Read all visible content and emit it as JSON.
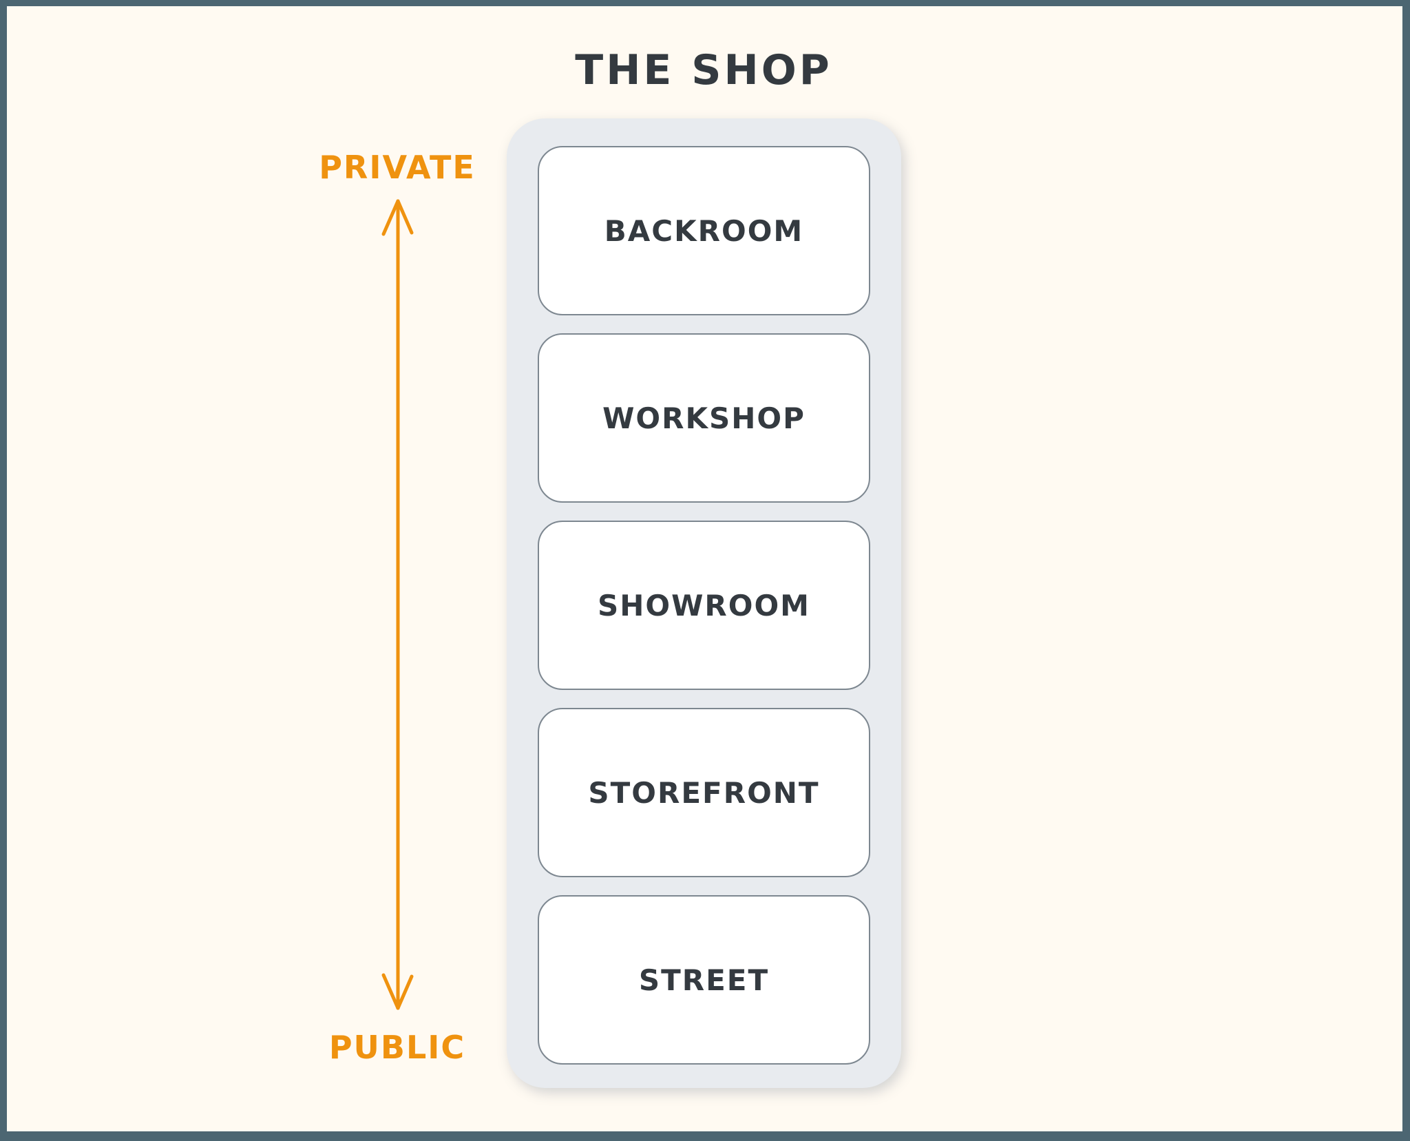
{
  "diagram": {
    "title": "THE SHOP",
    "axis": {
      "top_label": "PRIVATE",
      "bottom_label": "PUBLIC",
      "orientation": "vertical",
      "arrow_style": "double-headed"
    },
    "shop": {
      "rooms": [
        {
          "label": "BACKROOM"
        },
        {
          "label": "WORKSHOP"
        },
        {
          "label": "SHOWROOM"
        },
        {
          "label": "STOREFRONT"
        },
        {
          "label": "STREET"
        }
      ]
    },
    "colors": {
      "frame_border": "#4c6672",
      "page_background": "#fffaf2",
      "container_fill": "#e8ebef",
      "room_fill": "#ffffff",
      "room_stroke": "#7d8790",
      "text_dark": "#343a40",
      "accent_orange": "#ef920f"
    }
  }
}
